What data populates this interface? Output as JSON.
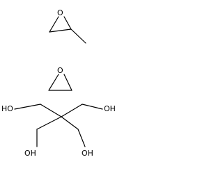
{
  "structures": [
    {
      "id": "methyloxirane",
      "atom_labels": [
        {
          "id": "o1",
          "text": "O"
        }
      ]
    },
    {
      "id": "oxirane",
      "atom_labels": [
        {
          "id": "o2",
          "text": "O"
        }
      ]
    },
    {
      "id": "pentaerythritol",
      "atom_labels": [
        {
          "id": "oh1",
          "text": "HO"
        },
        {
          "id": "oh2",
          "text": "OH"
        },
        {
          "id": "oh3",
          "text": "OH"
        },
        {
          "id": "oh4",
          "text": "OH"
        }
      ]
    }
  ]
}
